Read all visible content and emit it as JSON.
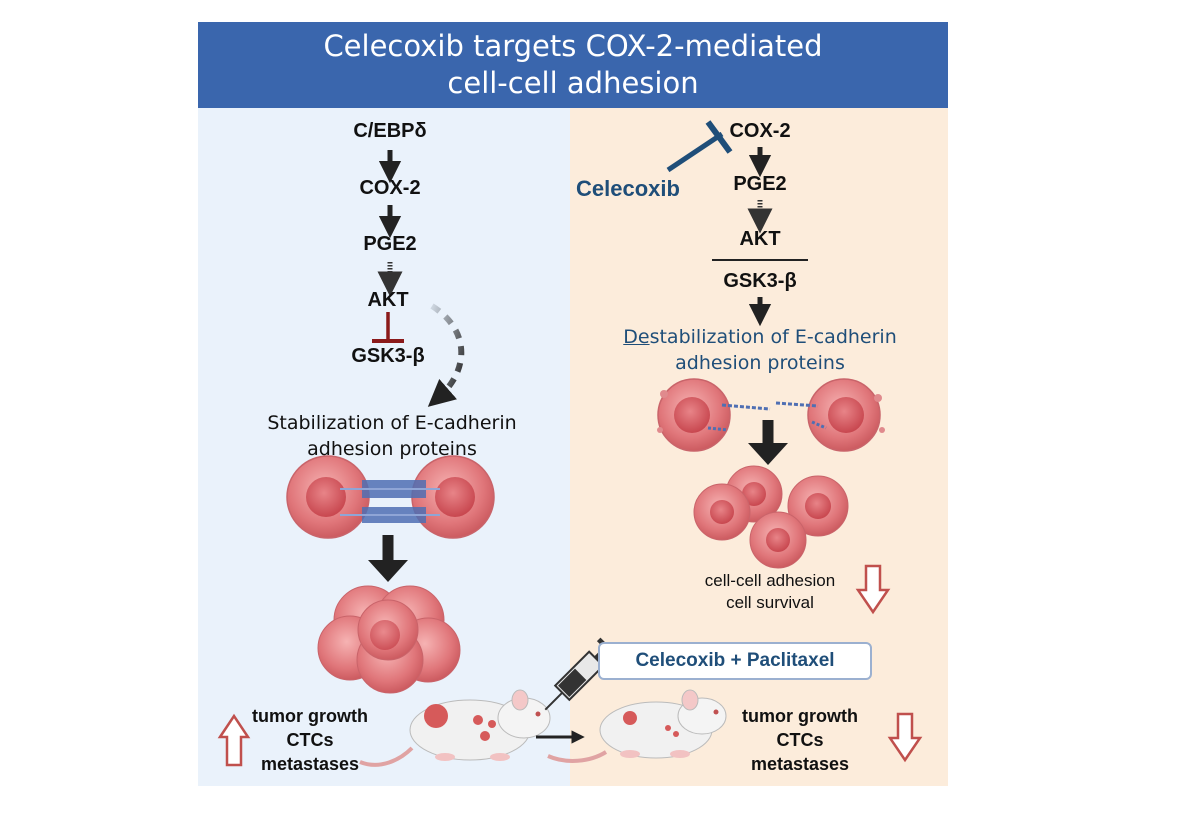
{
  "title": {
    "line1": "Celecoxib targets COX-2-mediated",
    "line2": "cell-cell adhesion"
  },
  "left": {
    "cebpd": "C/EBPδ",
    "cox2": "COX-2",
    "pge2": "PGE2",
    "akt": "AKT",
    "gsk3b": "GSK3-β",
    "stabilization_line1": "Stabilization of E-cadherin",
    "stabilization_line2": "adhesion proteins",
    "outcome": [
      "tumor growth",
      "CTCs",
      "metastases"
    ]
  },
  "right": {
    "celecoxib": "Celecoxib",
    "cox2": "COX-2",
    "pge2": "PGE2",
    "akt": "AKT",
    "gsk3b": "GSK3-β",
    "destab_prefix": "De",
    "destab_line1_rest": "stabilization of E-cadherin",
    "destab_line2": "adhesion proteins",
    "effects": [
      "cell-cell adhesion",
      "cell survival"
    ],
    "treatment": "Celecoxib + Paclitaxel",
    "outcome": [
      "tumor growth",
      "CTCs",
      "metastases"
    ]
  },
  "colors": {
    "title_bg": "#3a66ad",
    "left_bg": "#eaf2fb",
    "right_bg": "#fcecdb",
    "inhibit": "#8b1a1a",
    "drug": "#1f4e79",
    "down_arrow": "#c0504d"
  }
}
